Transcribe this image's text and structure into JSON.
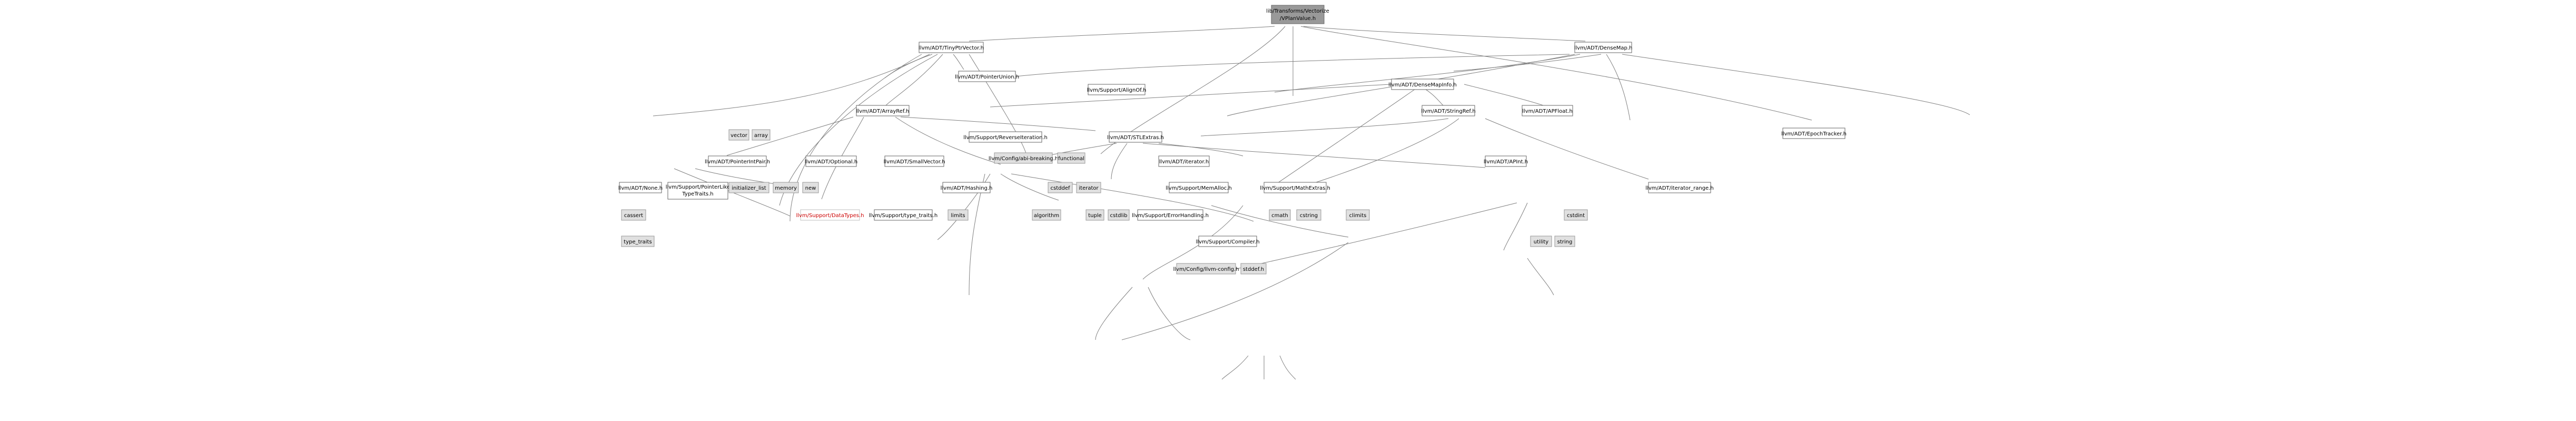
{
  "root": "lib/Transforms/Vectorize\n/VPlanValue.h",
  "nodes": {
    "TinyPtrVector": "llvm/ADT/TinyPtrVector.h",
    "DenseMap": "llvm/ADT/DenseMap.h",
    "PointerUnion": "llvm/ADT/PointerUnion.h",
    "AlignOf": "llvm/Support/AlignOf.h",
    "DenseMapInfo": "llvm/ADT/DenseMapInfo.h",
    "ArrayRef": "llvm/ADT/ArrayRef.h",
    "StringRef": "llvm/ADT/StringRef.h",
    "APFloat": "llvm/ADT/APFloat.h",
    "EpochTracker": "llvm/ADT/EpochTracker.h",
    "ReverseIteration": "llvm/Support/ReverseIteration.h",
    "STLExtras": "llvm/ADT/STLExtras.h",
    "vector": "vector",
    "array": "array",
    "PointerIntPair": "llvm/ADT/PointerIntPair.h",
    "Optional": "llvm/ADT/Optional.h",
    "SmallVector": "llvm/ADT/SmallVector.h",
    "abi": "llvm/Config/abi-breaking.h",
    "functional": "functional",
    "iterator": "llvm/ADT/iterator.h",
    "APInt": "llvm/ADT/APInt.h",
    "None": "llvm/ADT/None.h",
    "PointerLikeTypeTraits": "llvm/Support/PointerLike\nTypeTraits.h",
    "initializer_list": "initializer_list",
    "memory": "memory",
    "new": "new",
    "Hashing": "llvm/ADT/Hashing.h",
    "cstddef": "cstddef",
    "iteratorstd": "iterator",
    "MemAlloc": "llvm/Support/MemAlloc.h",
    "MathExtras": "llvm/Support/MathExtras.h",
    "iterator_range": "llvm/ADT/iterator_range.h",
    "cassert": "cassert",
    "DataTypes": "llvm/Support/DataTypes.h",
    "type_traits_s": "llvm/Support/type_traits.h",
    "limits": "limits",
    "algorithm": "algorithm",
    "tuple": "tuple",
    "cstdlib": "cstdlib",
    "ErrorHandling": "llvm/Support/ErrorHandling.h",
    "cmath": "cmath",
    "cstring": "cstring",
    "climits": "climits",
    "cstdint": "cstdint",
    "type_traits": "type_traits",
    "Compiler": "llvm/Support/Compiler.h",
    "utility": "utility",
    "string": "string",
    "config": "llvm/Config/llvm-config.h",
    "stddef": "stddef.h"
  }
}
